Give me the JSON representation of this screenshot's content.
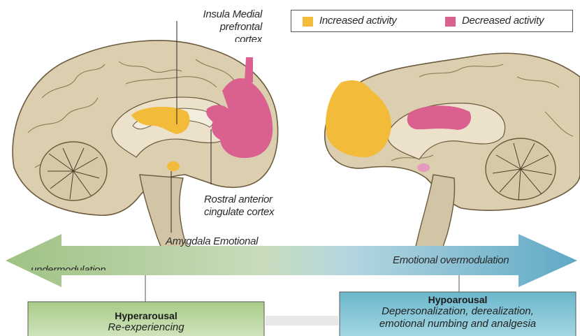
{
  "colors": {
    "increased": "#f3bb3a",
    "decreased": "#d9608f",
    "brain_fill": "#dccfb0",
    "brain_inner": "#ece2cb",
    "outline": "#6b5a3c",
    "arrow_left": "#9fc284",
    "arrow_right": "#72b2cd",
    "hyper_box": "#b9d69c",
    "hypo_box": "#7ec3d3"
  },
  "legend": {
    "increased_label": "Increased activity",
    "decreased_label": "Decreased activity"
  },
  "labels": {
    "insula_mpfc": "Insula Medial",
    "insula_mpfc_2": "prefrontal",
    "insula_mpfc_3": "cortex",
    "racc_1": "Rostral anterior",
    "racc_2": "cingulate cortex",
    "amygdala": "Amygdala Emotional"
  },
  "arrow": {
    "left_text": "undermodulation",
    "right_text": "Emotional overmodulation"
  },
  "hyper": {
    "title": "Hyperarousal",
    "line1": "Re-experiencing"
  },
  "hypo": {
    "title": "Hypoarousal",
    "line1": "Depersonalization, derealization,",
    "line2": "emotional numbing and analgesia"
  }
}
